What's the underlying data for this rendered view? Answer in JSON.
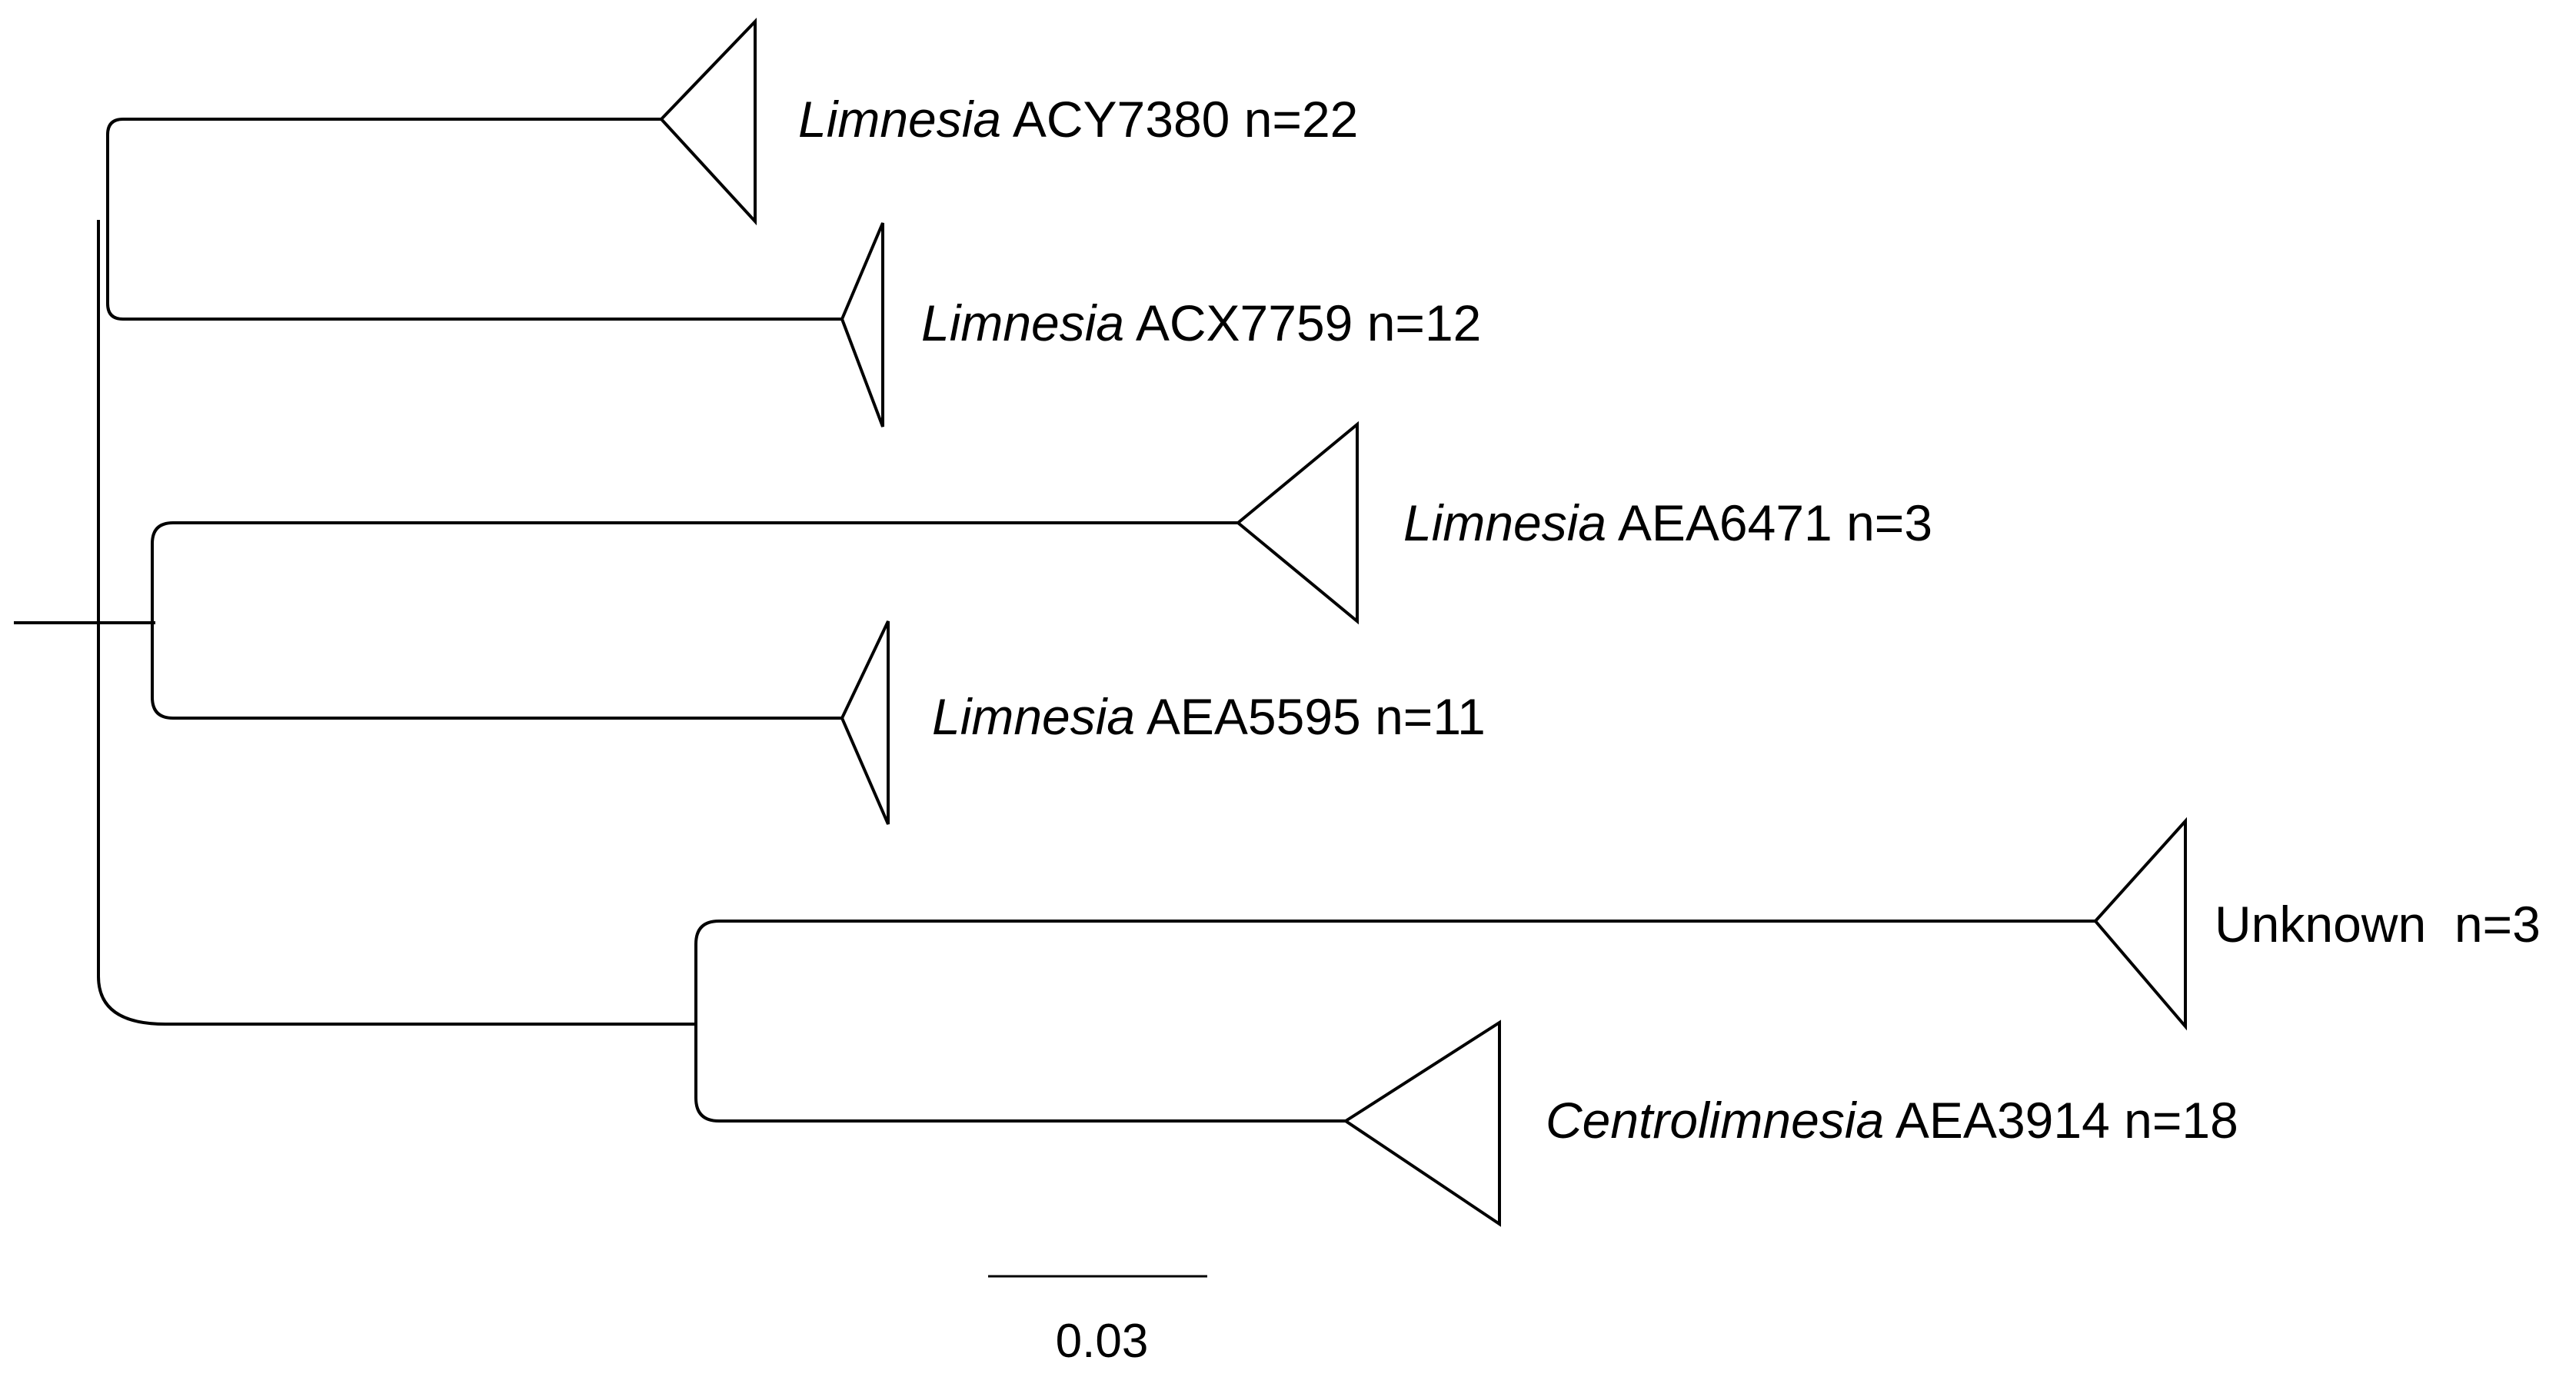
{
  "clades": [
    {
      "genus": "Limnesia",
      "name": "ACY7380 n=22"
    },
    {
      "genus": "Limnesia",
      "name": "ACX7759 n=12"
    },
    {
      "genus": "Limnesia",
      "name": "AEA6471 n=3"
    },
    {
      "genus": "Limnesia",
      "name": "AEA5595 n=11"
    },
    {
      "genus": "",
      "name": "Unknown  n=3"
    },
    {
      "genus": "Centrolimnesia",
      "name": "AEA3914 n=18"
    }
  ],
  "scale": {
    "label": "0.03"
  }
}
